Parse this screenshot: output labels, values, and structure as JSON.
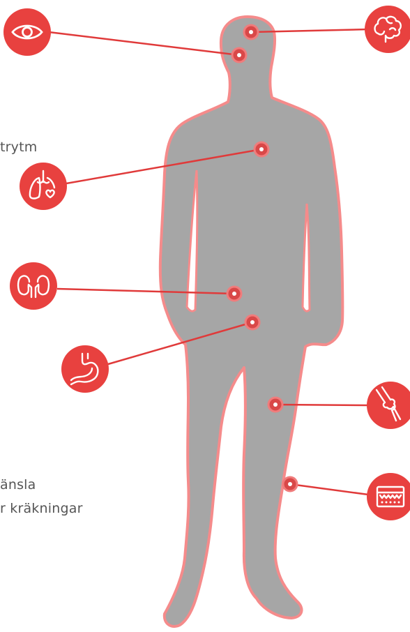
{
  "colors": {
    "accent": "#e8413f",
    "figure_fill": "#a6a6a6",
    "figure_outline": "#f58b8b",
    "line": "#e03a3a",
    "dot_fill": "#d94848",
    "dot_ring": "#f07c7c",
    "text": "#555555"
  },
  "figure": {
    "name": "human-silhouette"
  },
  "callouts": [
    {
      "id": "eye",
      "icon": "eye-icon"
    },
    {
      "id": "brain",
      "icon": "brain-icon"
    },
    {
      "id": "lungs-heart",
      "icon": "lungs-heart-icon"
    },
    {
      "id": "kidneys",
      "icon": "kidneys-icon"
    },
    {
      "id": "stomach",
      "icon": "stomach-icon"
    },
    {
      "id": "joints",
      "icon": "joint-icon"
    },
    {
      "id": "skin",
      "icon": "skin-icon"
    }
  ],
  "text_fragments": [
    {
      "id": "frag-1",
      "text": "trytm"
    },
    {
      "id": "frag-2",
      "text": "änsla"
    },
    {
      "id": "frag-3",
      "text": "r kräkningar"
    }
  ]
}
